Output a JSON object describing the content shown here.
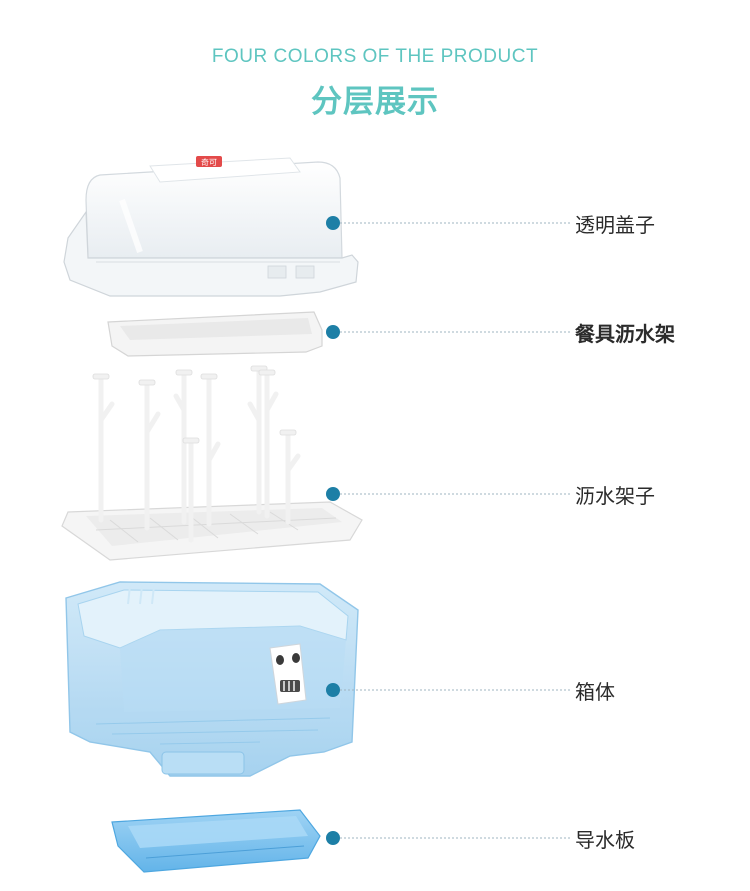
{
  "header": {
    "title_en": "FOUR COLORS OF THE PRODUCT",
    "title_cn": "分层展示"
  },
  "lid": {
    "badge_text": "奇可"
  },
  "callouts": [
    {
      "id": "lid",
      "label": "透明盖子"
    },
    {
      "id": "tray",
      "label": "餐具沥水架"
    },
    {
      "id": "rack",
      "label": "沥水架子"
    },
    {
      "id": "box",
      "label": "箱体"
    },
    {
      "id": "drain",
      "label": "导水板"
    }
  ],
  "colors": {
    "accent_teal": "#5ec5c0",
    "callout_blue": "#1d7fa6",
    "box_blue": "#a9d6f2",
    "drain_blue": "#7ec3ef",
    "white_part": "#f4f4f4"
  },
  "icons": {
    "callout_dot": "filled-circle",
    "mascot": "panda-face-clip"
  }
}
